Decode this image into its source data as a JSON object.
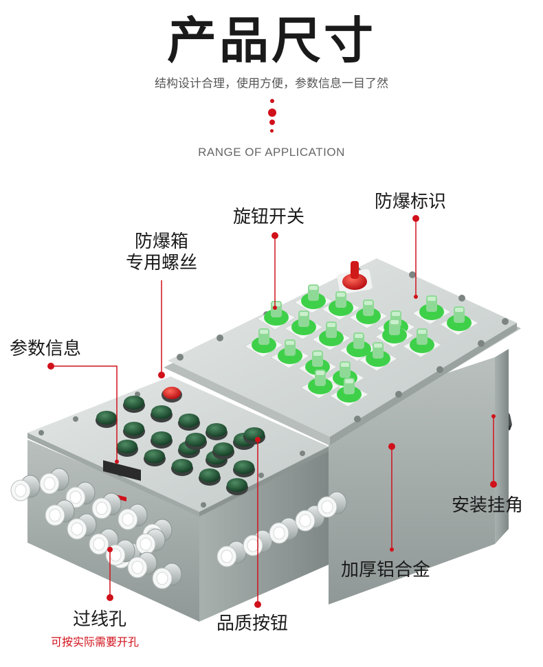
{
  "header": {
    "title": "产品尺寸",
    "subtitle": "结构设计合理，使用方便，参数信息一目了然",
    "english": "RANGE OF APPLICATION"
  },
  "labels": {
    "explosion_mark": "防爆标识",
    "knob_switch": "旋钮开关",
    "screw_line1": "防爆箱",
    "screw_line2": "专用螺丝",
    "parameters": "参数信息",
    "mount_corner": "安装挂角",
    "aluminum": "加厚铝合金",
    "cable_hole": "过线孔",
    "cable_hole_note": "可按实际需要开孔",
    "quality_button": "品质按钮"
  },
  "colors": {
    "accent": "#d0101a",
    "knob_green": "#3fd04a",
    "button_green": "#1f5a35",
    "enclosure": "#c9cfcd"
  }
}
